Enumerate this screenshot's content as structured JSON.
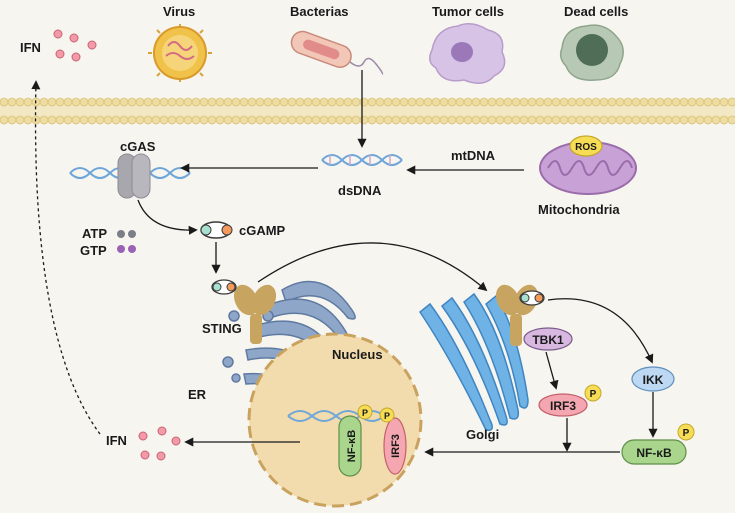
{
  "labels": {
    "ifn_top": "IFN",
    "virus": "Virus",
    "bacterias": "Bacterias",
    "tumor_cells": "Tumor cells",
    "dead_cells": "Dead cells",
    "cgas": "cGAS",
    "dsdna": "dsDNA",
    "mtdna": "mtDNA",
    "ros": "ROS",
    "mitochondria": "Mitochondria",
    "atp": "ATP",
    "gtp": "GTP",
    "cgamp": "cGAMP",
    "sting": "STING",
    "er": "ER",
    "nucleus": "Nucleus",
    "golgi": "Golgi",
    "tbk1": "TBK1",
    "irf3": "IRF3",
    "ikk": "IKK",
    "nfkb": "NF-κB",
    "p": "P",
    "ifn_bottom": "IFN"
  },
  "colors": {
    "membrane_head": "#eedca0",
    "membrane_stroke": "#d8c27a",
    "nucleus_fill": "#f2dcae",
    "nucleus_border": "#c9a25e",
    "sting": "#c8a461",
    "er_blue": "#8ea6c8",
    "golgi_blue": "#6fb3e6",
    "tbk1": "#d8b8e0",
    "irf3": "#f4a7b0",
    "ikk": "#bcd8f2",
    "nfkb": "#a9d58d",
    "phospho": "#f7dc55",
    "mito": "#b88ac4",
    "ifn_dot": "#f29aa8",
    "atp_dot": "#7a7e86",
    "gtp_dot": "#9a62b4"
  }
}
